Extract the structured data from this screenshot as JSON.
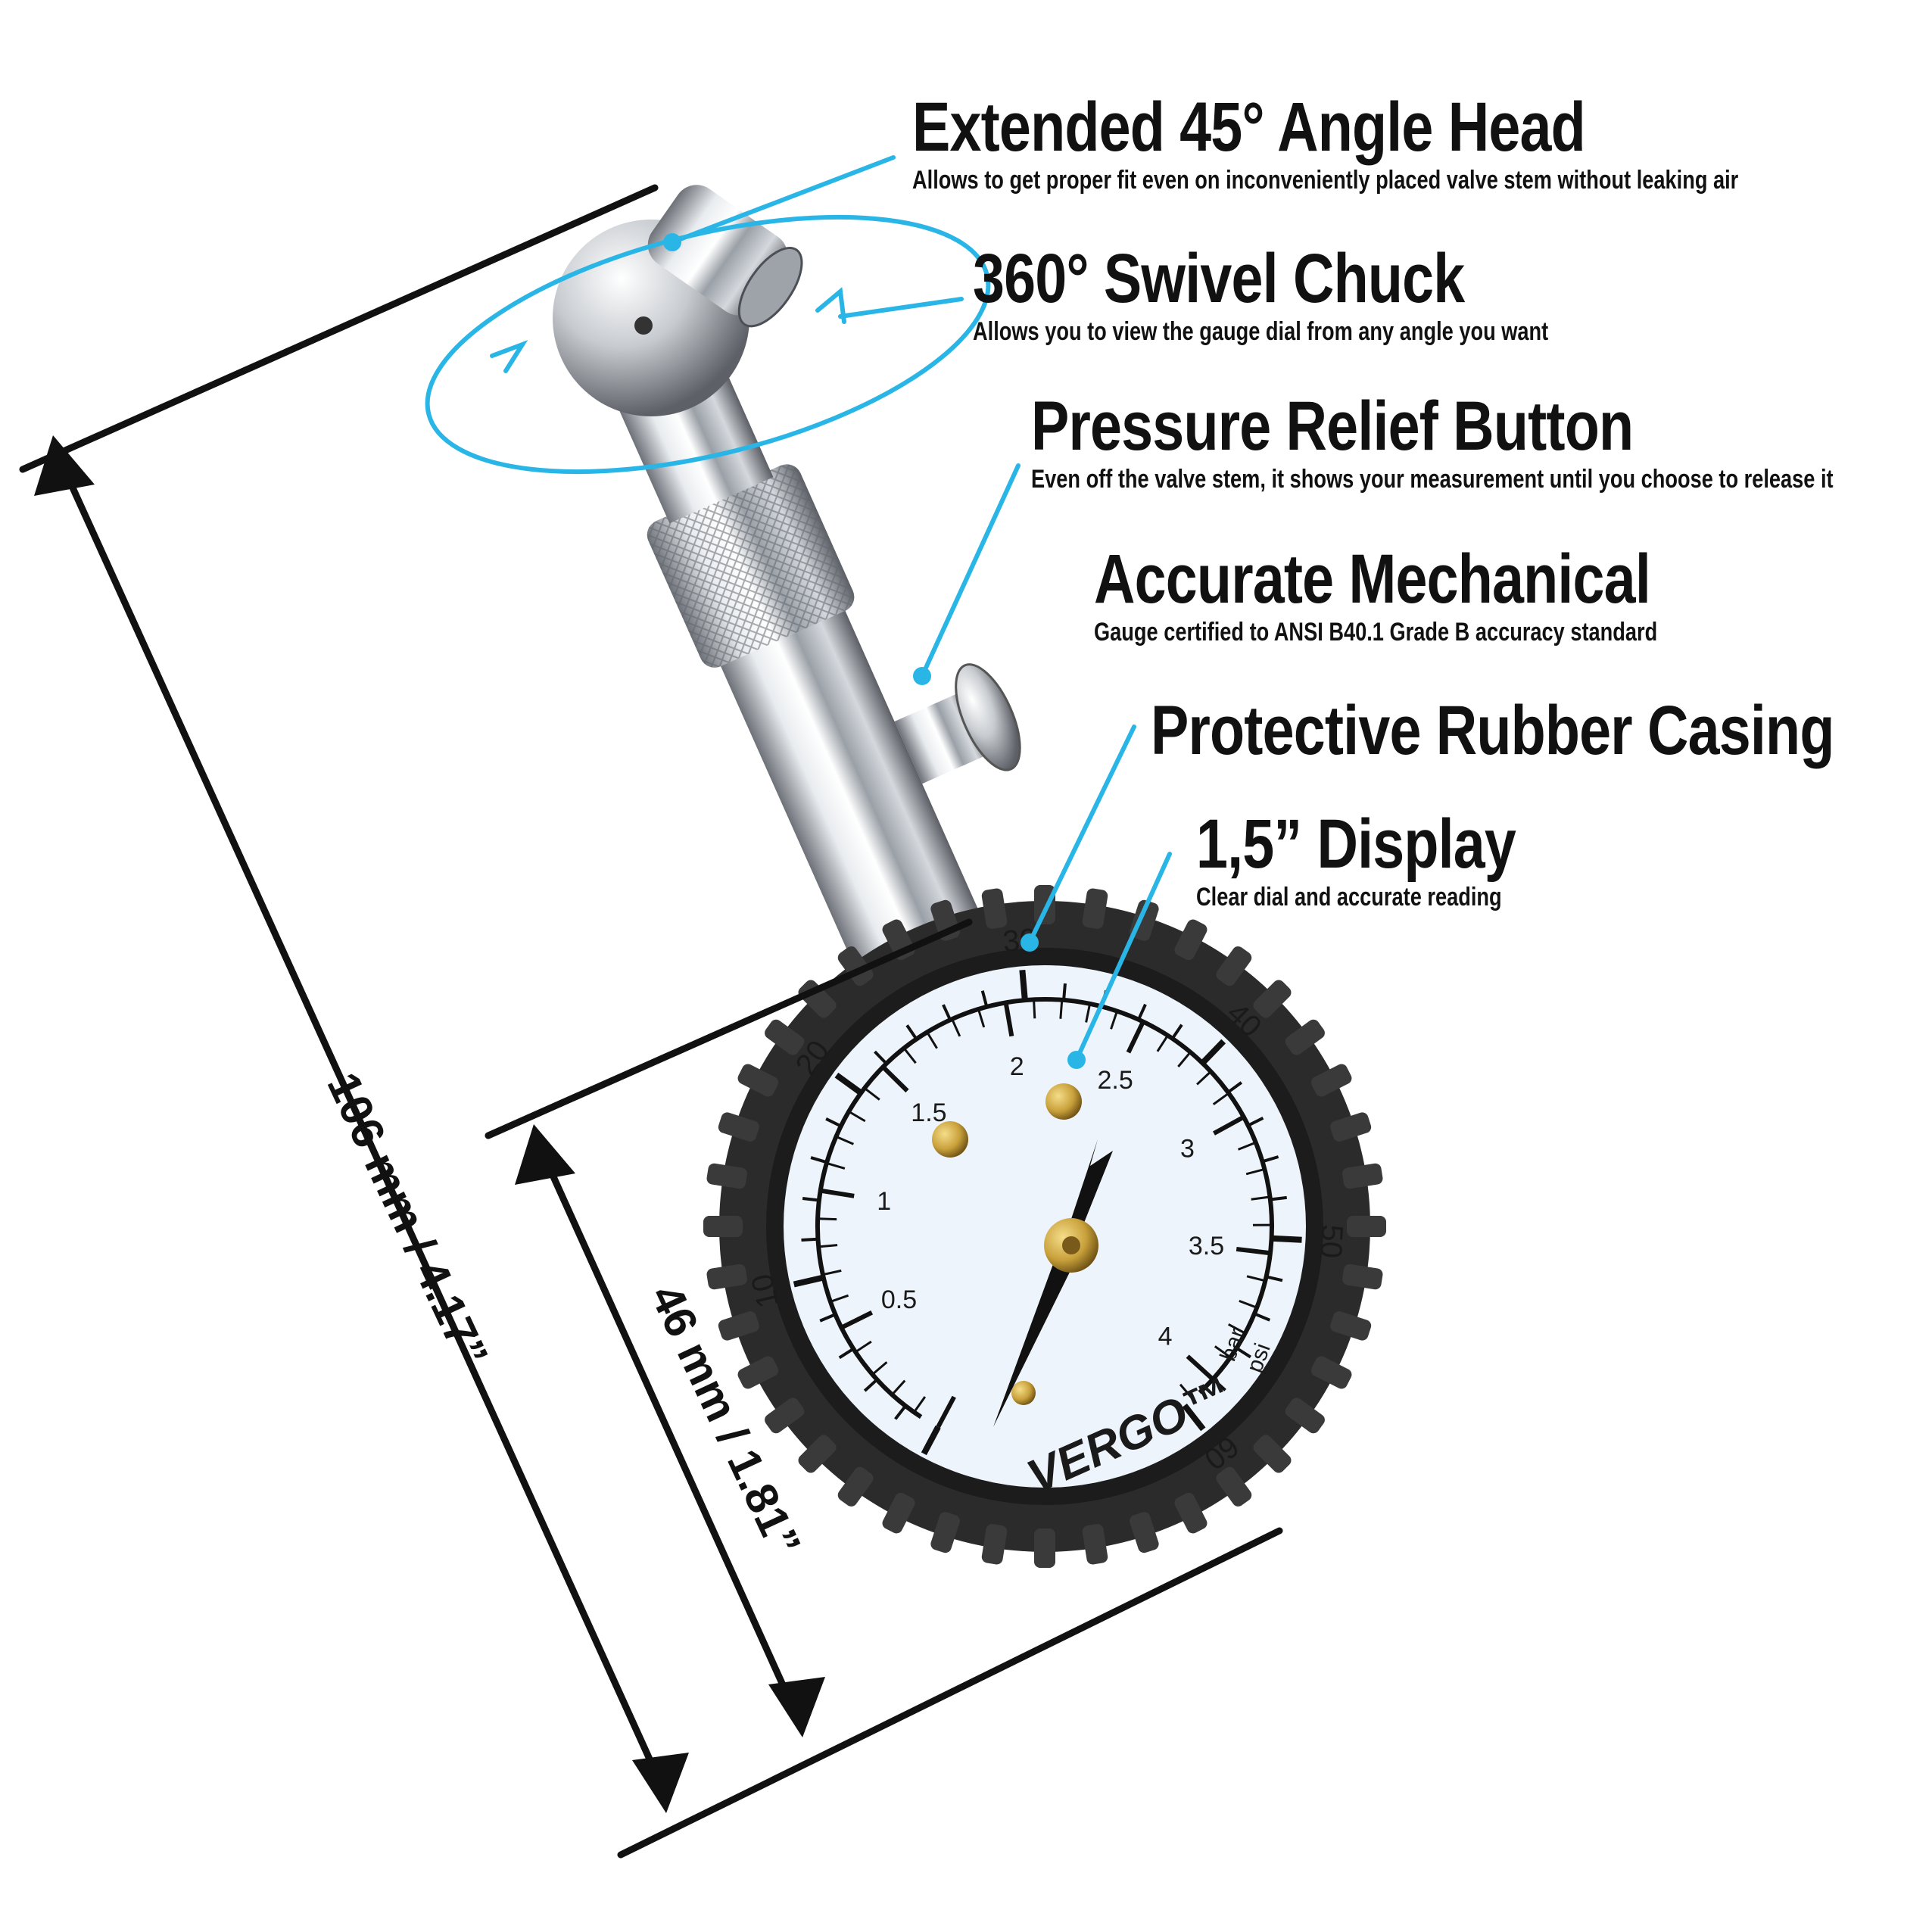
{
  "features": [
    {
      "title": "Extended 45° Angle Head",
      "desc": "Allows to get proper fit even on inconveniently placed valve stem without leaking air"
    },
    {
      "title": "360° Swivel Chuck",
      "desc": "Allows you to view the gauge dial from any angle you want"
    },
    {
      "title": "Pressure Relief Button",
      "desc": "Even off the valve stem, it shows your measurement until you choose to release it"
    },
    {
      "title": "Accurate Mechanical",
      "desc": "Gauge certified to ANSI B40.1 Grade B accuracy standard"
    },
    {
      "title": "Protective Rubber Casing",
      "desc": ""
    },
    {
      "title": "1,5” Display",
      "desc": "Clear dial and accurate reading"
    }
  ],
  "dimensions": {
    "overall": "106 mm / 4.17”",
    "dial": "46 mm / 1.81”"
  },
  "dial": {
    "brand": "VERGO",
    "tm": "™",
    "psi_labels": [
      "10",
      "20",
      "30",
      "40",
      "50",
      "60"
    ],
    "bar_labels": [
      "0.5",
      "1",
      "1.5",
      "2",
      "2.5",
      "3",
      "3.5",
      "4"
    ],
    "unit_bar": "bar",
    "unit_psi": "psi"
  },
  "colors": {
    "callout": "#29b6e6",
    "text": "#111111",
    "rubber": "#2b2b2b",
    "chrome": "#b8bcc2",
    "brass": "#c9a13b",
    "dial_face": "#eef4fb"
  }
}
